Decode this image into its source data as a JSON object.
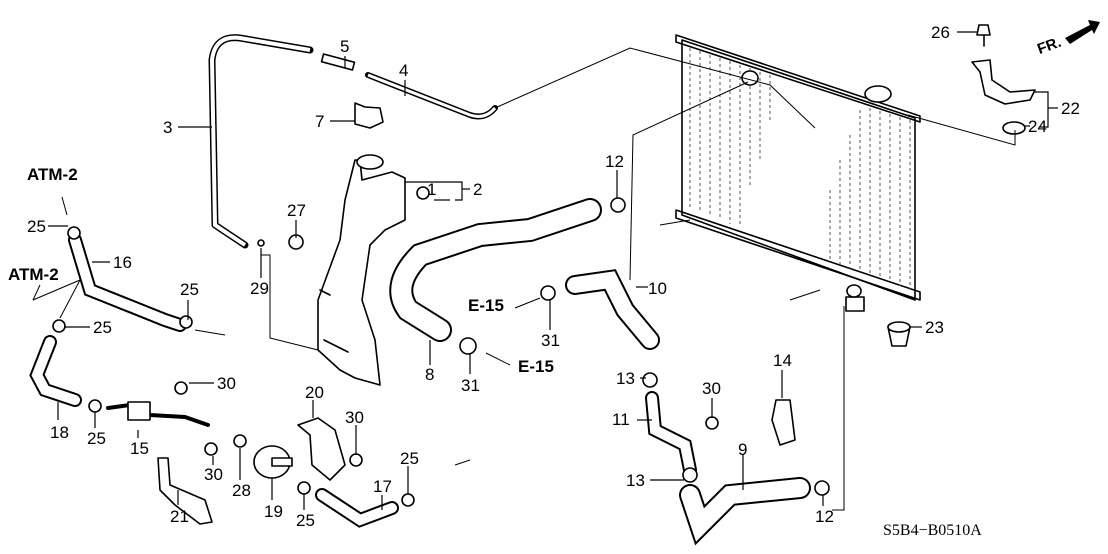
{
  "diagram": {
    "type": "exploded-parts-diagram",
    "subject": "radiator hoses and reserve tank",
    "code": "S5B4−B0510A",
    "direction_marker": "FR.",
    "references": [
      {
        "id": "atm2-a",
        "label": "ATM-2"
      },
      {
        "id": "atm2-b",
        "label": "ATM-2"
      },
      {
        "id": "e15-a",
        "label": "E-15"
      },
      {
        "id": "e15-b",
        "label": "E-15"
      }
    ],
    "callouts": [
      {
        "id": "c1",
        "label": "1"
      },
      {
        "id": "c2",
        "label": "2"
      },
      {
        "id": "c3",
        "label": "3"
      },
      {
        "id": "c4",
        "label": "4"
      },
      {
        "id": "c5",
        "label": "5"
      },
      {
        "id": "c7",
        "label": "7"
      },
      {
        "id": "c8",
        "label": "8"
      },
      {
        "id": "c9",
        "label": "9"
      },
      {
        "id": "c10",
        "label": "10"
      },
      {
        "id": "c11",
        "label": "11"
      },
      {
        "id": "c12a",
        "label": "12"
      },
      {
        "id": "c12b",
        "label": "12"
      },
      {
        "id": "c13a",
        "label": "13"
      },
      {
        "id": "c13b",
        "label": "13"
      },
      {
        "id": "c14",
        "label": "14"
      },
      {
        "id": "c15",
        "label": "15"
      },
      {
        "id": "c16",
        "label": "16"
      },
      {
        "id": "c17",
        "label": "17"
      },
      {
        "id": "c18",
        "label": "18"
      },
      {
        "id": "c19",
        "label": "19"
      },
      {
        "id": "c20",
        "label": "20"
      },
      {
        "id": "c21",
        "label": "21"
      },
      {
        "id": "c22",
        "label": "22"
      },
      {
        "id": "c23",
        "label": "23"
      },
      {
        "id": "c24",
        "label": "24"
      },
      {
        "id": "c25a",
        "label": "25"
      },
      {
        "id": "c25b",
        "label": "25"
      },
      {
        "id": "c25c",
        "label": "25"
      },
      {
        "id": "c25d",
        "label": "25"
      },
      {
        "id": "c25e",
        "label": "25"
      },
      {
        "id": "c25f",
        "label": "25"
      },
      {
        "id": "c26",
        "label": "26"
      },
      {
        "id": "c27",
        "label": "27"
      },
      {
        "id": "c28",
        "label": "28"
      },
      {
        "id": "c29",
        "label": "29"
      },
      {
        "id": "c30a",
        "label": "30"
      },
      {
        "id": "c30b",
        "label": "30"
      },
      {
        "id": "c30c",
        "label": "30"
      },
      {
        "id": "c30d",
        "label": "30"
      },
      {
        "id": "c31a",
        "label": "31"
      },
      {
        "id": "c31b",
        "label": "31"
      }
    ]
  }
}
